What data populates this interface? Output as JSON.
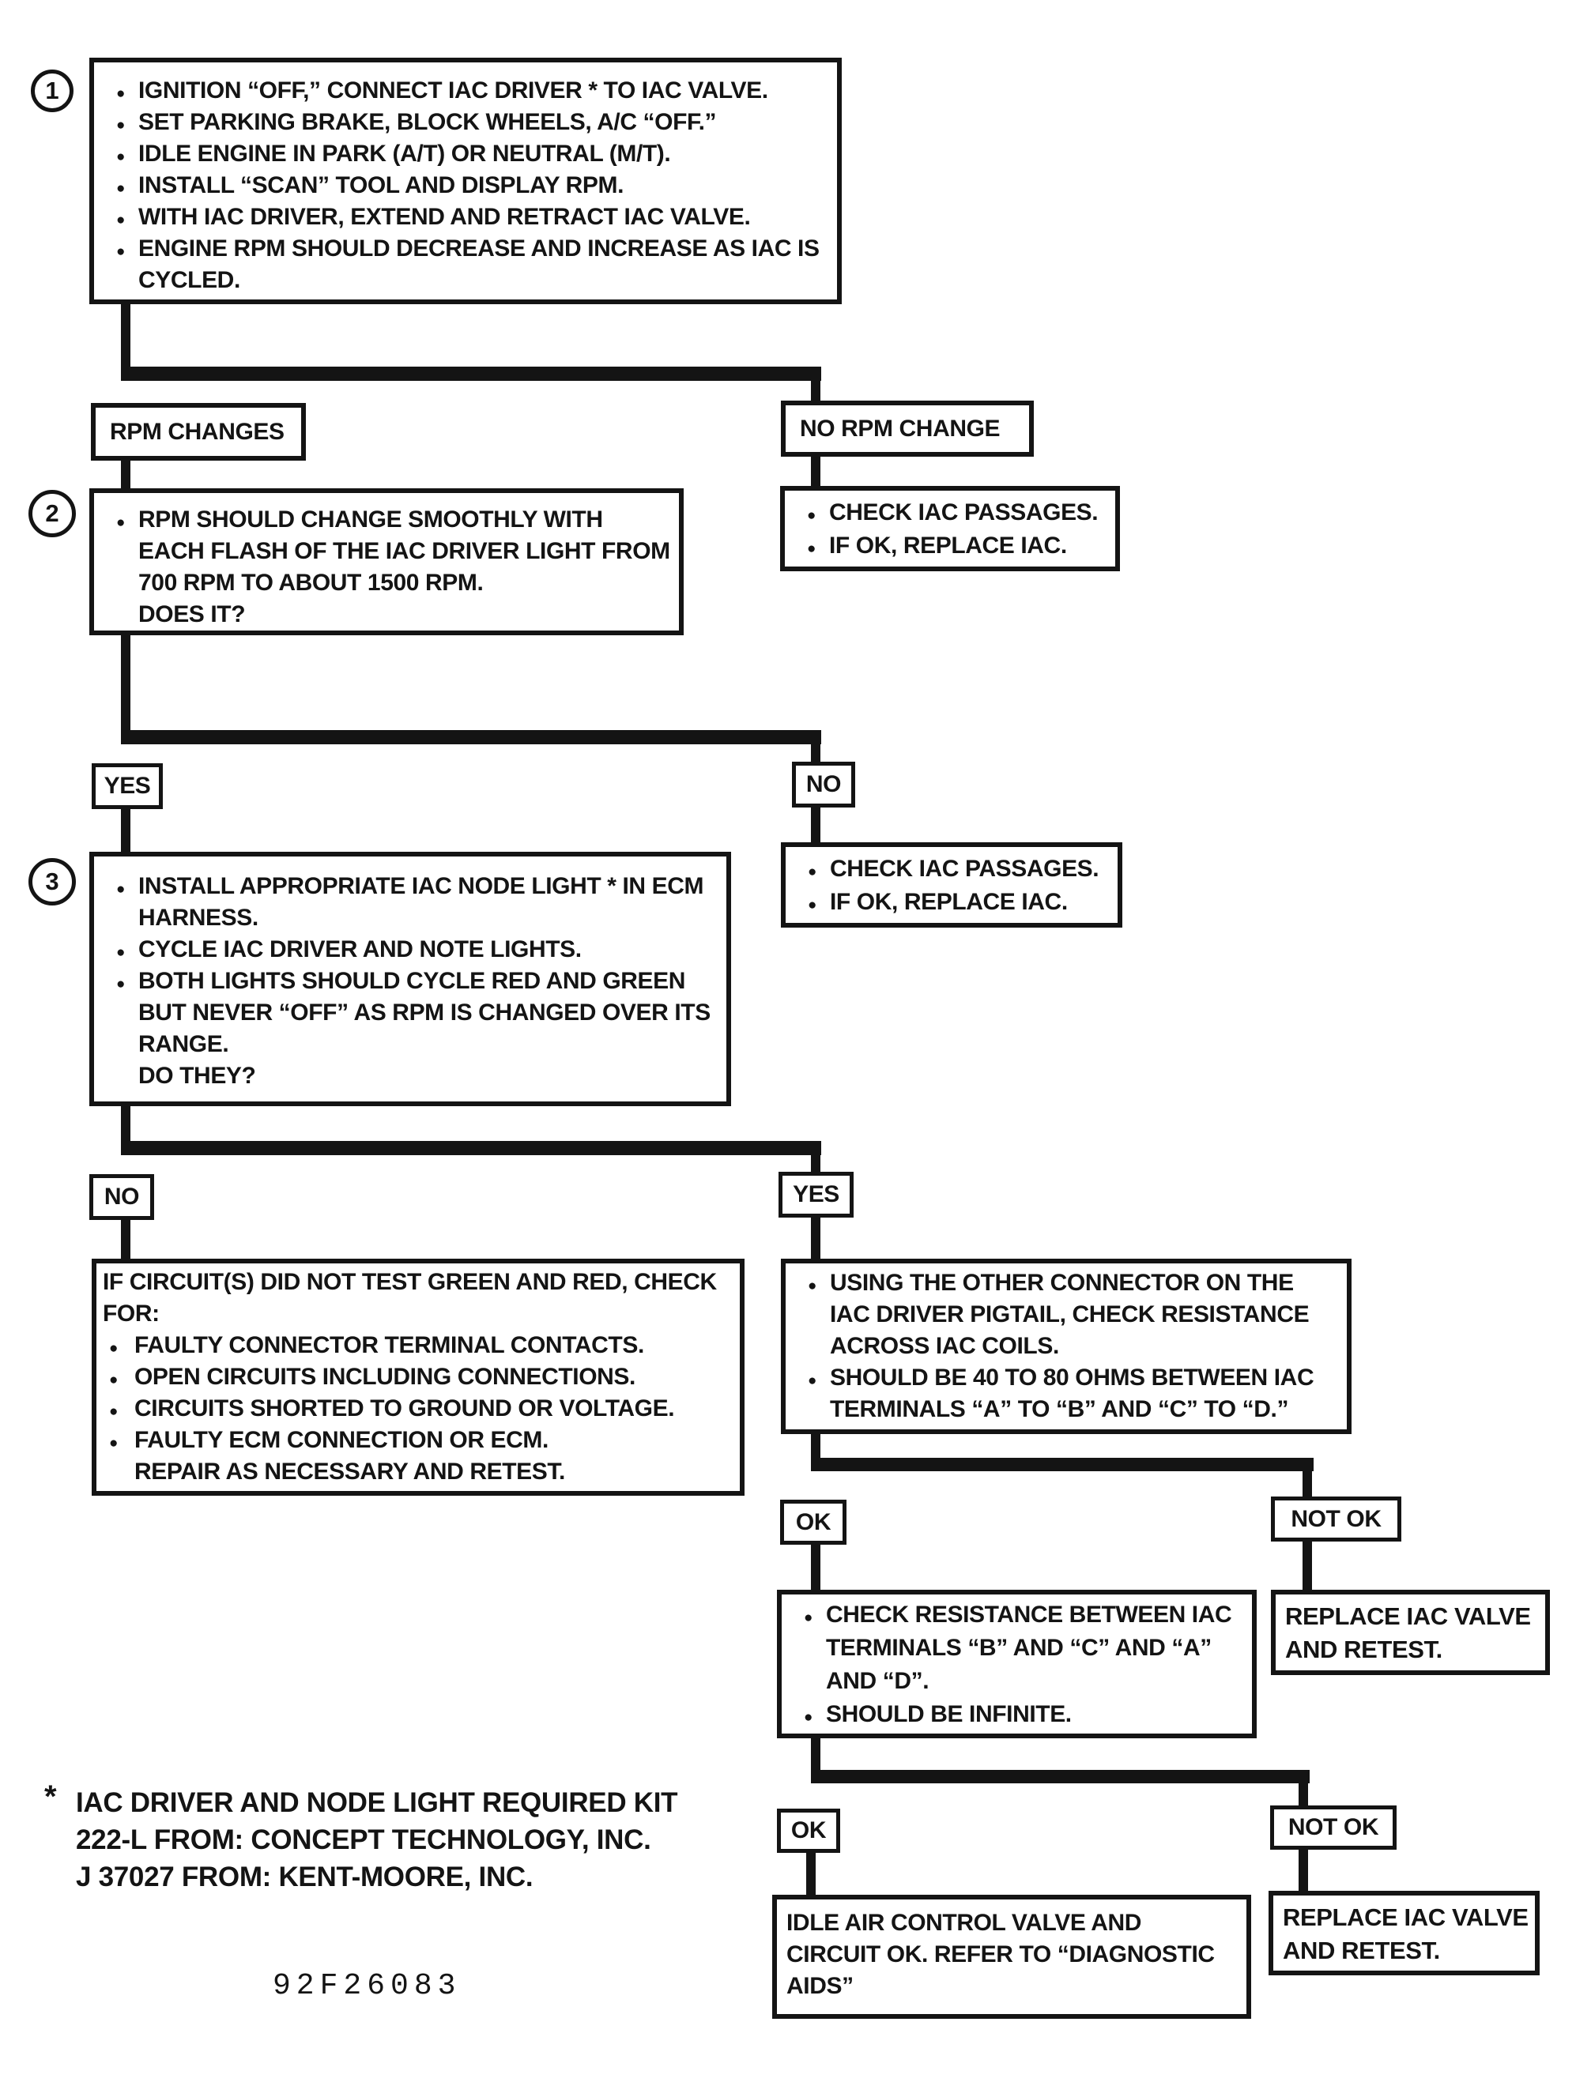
{
  "glyphs": {
    "bullet": "●",
    "asterisk": "*"
  },
  "ink_color": "#141414",
  "step_circles": [
    "1",
    "2",
    "3"
  ],
  "branch_labels": {
    "rpm_changes": "RPM CHANGES",
    "no_rpm_change": "NO RPM CHANGE",
    "yes": "YES",
    "no": "NO",
    "ok": "OK",
    "not_ok": "NOT OK"
  },
  "boxes": {
    "step1": {
      "lines": [
        "IGNITION “OFF,” CONNECT IAC DRIVER * TO IAC VALVE.",
        "SET PARKING BRAKE, BLOCK WHEELS, A/C “OFF.”",
        "IDLE ENGINE IN PARK (A/T) OR NEUTRAL (M/T).",
        "INSTALL “SCAN” TOOL AND DISPLAY RPM.",
        "WITH IAC DRIVER, EXTEND AND RETRACT IAC VALVE.",
        "ENGINE RPM SHOULD DECREASE AND INCREASE AS IAC IS",
        "CYCLED."
      ]
    },
    "step2": {
      "lines": [
        "RPM SHOULD CHANGE SMOOTHLY WITH",
        "EACH FLASH OF THE IAC DRIVER LIGHT FROM",
        "700 RPM TO ABOUT 1500 RPM.",
        "DOES IT?"
      ]
    },
    "check_passages": {
      "lines": [
        "CHECK IAC PASSAGES.",
        "IF OK, REPLACE IAC."
      ]
    },
    "step3": {
      "lines": [
        "INSTALL APPROPRIATE IAC NODE LIGHT * IN ECM",
        "HARNESS.",
        "CYCLE IAC DRIVER AND NOTE LIGHTS.",
        "BOTH LIGHTS SHOULD CYCLE RED AND GREEN",
        "BUT NEVER “OFF” AS RPM IS CHANGED OVER ITS",
        "RANGE.",
        "DO THEY?"
      ]
    },
    "circuit_fault": {
      "lines": [
        "IF CIRCUIT(S) DID NOT TEST GREEN AND RED, CHECK",
        "FOR:",
        "FAULTY CONNECTOR TERMINAL CONTACTS.",
        "OPEN CIRCUITS INCLUDING CONNECTIONS.",
        "CIRCUITS SHORTED TO GROUND OR VOLTAGE.",
        "FAULTY ECM CONNECTION OR ECM.",
        "REPAIR AS NECESSARY AND RETEST."
      ]
    },
    "coil_resistance": {
      "lines": [
        "USING THE OTHER CONNECTOR ON THE",
        "IAC DRIVER PIGTAIL, CHECK RESISTANCE",
        "ACROSS IAC COILS.",
        "SHOULD BE 40 TO 80 OHMS BETWEEN IAC",
        "TERMINALS “A” TO “B” AND “C” TO “D.”"
      ]
    },
    "terminal_resistance": {
      "lines": [
        "CHECK RESISTANCE BETWEEN IAC",
        "TERMINALS “B” AND “C” AND “A”",
        "AND “D”.",
        "SHOULD BE INFINITE."
      ]
    },
    "replace_iac": {
      "lines": [
        "REPLACE IAC VALVE",
        "AND RETEST."
      ]
    },
    "idle_ok": {
      "lines": [
        "IDLE AIR CONTROL VALVE AND",
        "CIRCUIT OK.  REFER TO “DIAGNOSTIC",
        "AIDS”"
      ]
    }
  },
  "footnote": {
    "marker": "*",
    "lines": [
      "IAC DRIVER AND NODE LIGHT REQUIRED KIT",
      "222-L FROM:  CONCEPT TECHNOLOGY, INC.",
      "J 37027 FROM:  KENT-MOORE, INC."
    ]
  },
  "figure_code": "92F26083"
}
